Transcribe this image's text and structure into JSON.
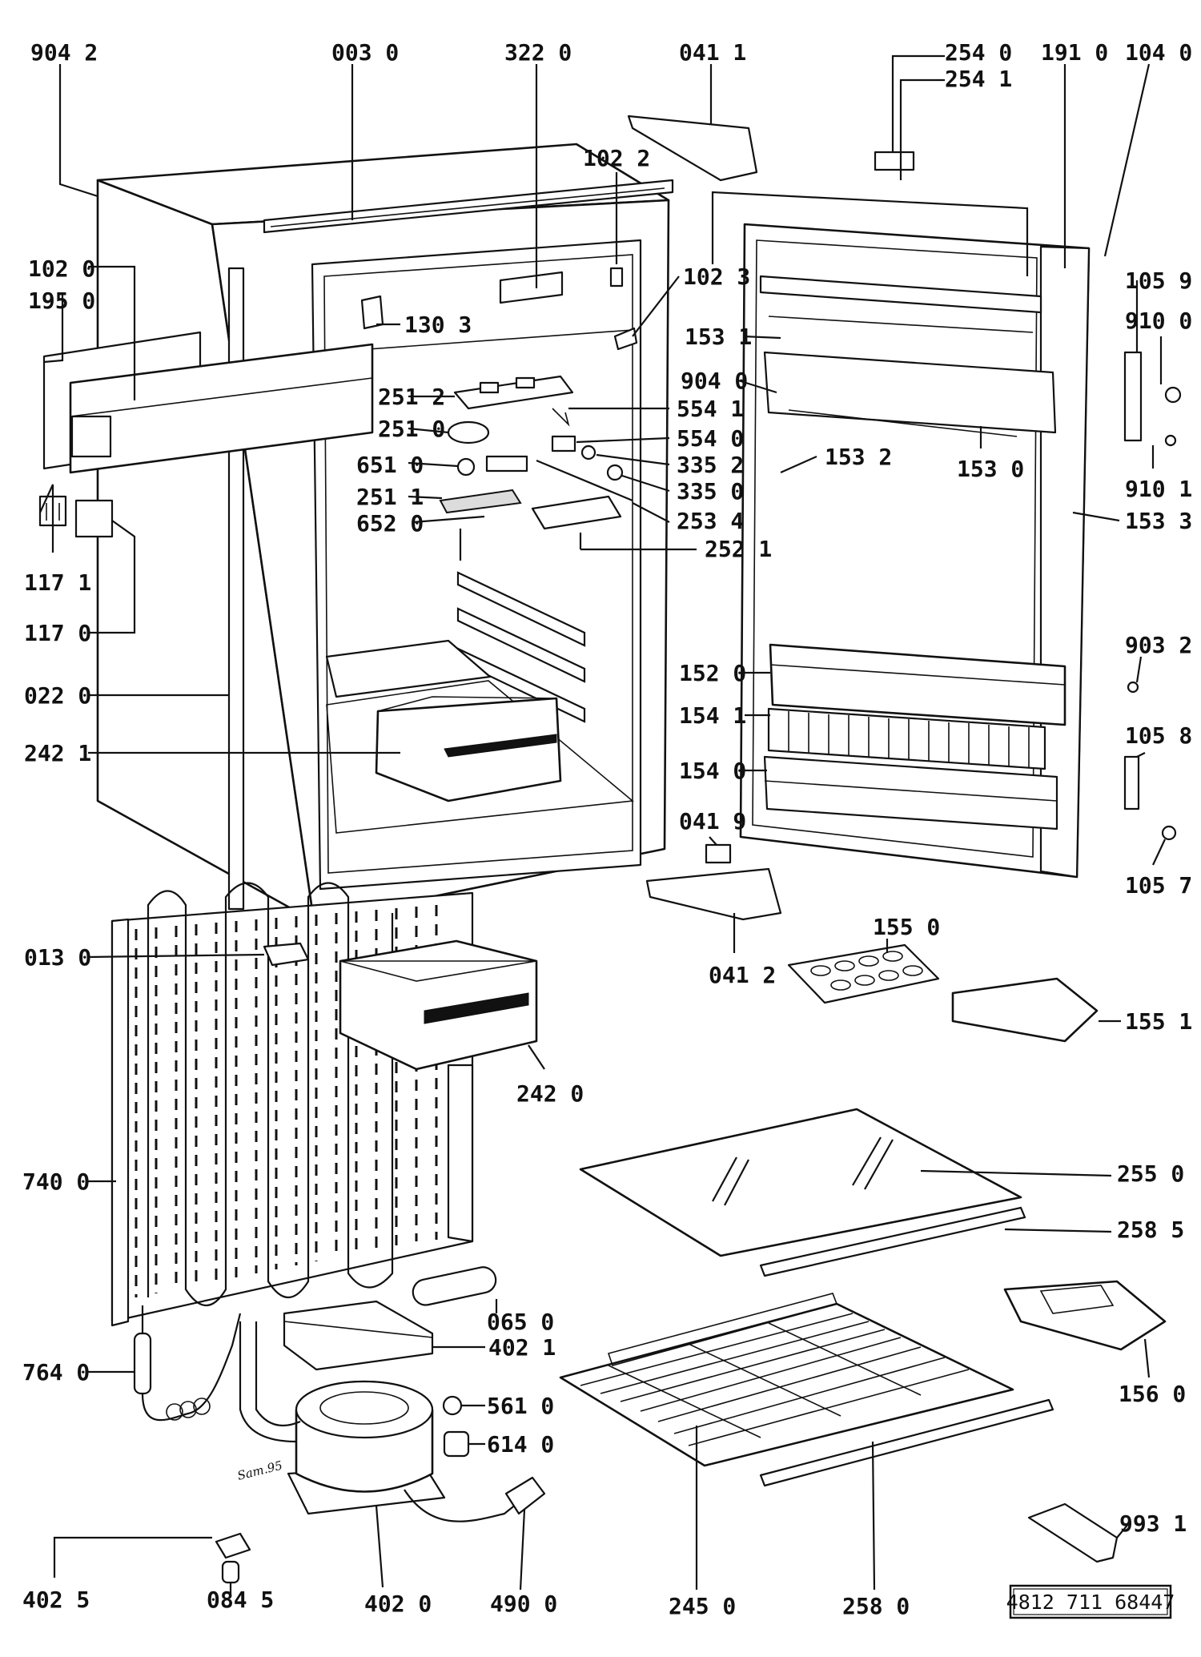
{
  "diagram": {
    "part_labels": [
      {
        "id": "904_2",
        "text": "904 2"
      },
      {
        "id": "003_0",
        "text": "003 0"
      },
      {
        "id": "322_0",
        "text": "322 0"
      },
      {
        "id": "041_1",
        "text": "041 1"
      },
      {
        "id": "254_0",
        "text": "254 0"
      },
      {
        "id": "254_1",
        "text": "254 1"
      },
      {
        "id": "191_0",
        "text": "191 0"
      },
      {
        "id": "104_0",
        "text": "104 0"
      },
      {
        "id": "102_2",
        "text": "102 2"
      },
      {
        "id": "102_0",
        "text": "102 0"
      },
      {
        "id": "195_0",
        "text": "195 0"
      },
      {
        "id": "102_3",
        "text": "102 3"
      },
      {
        "id": "105_9",
        "text": "105 9"
      },
      {
        "id": "130_3",
        "text": "130 3"
      },
      {
        "id": "153_1",
        "text": "153 1"
      },
      {
        "id": "910_0",
        "text": "910 0"
      },
      {
        "id": "904_0",
        "text": "904 0"
      },
      {
        "id": "251_2",
        "text": "251 2"
      },
      {
        "id": "554_1",
        "text": "554 1"
      },
      {
        "id": "251_0",
        "text": "251 0"
      },
      {
        "id": "554_0",
        "text": "554 0"
      },
      {
        "id": "651_0",
        "text": "651 0"
      },
      {
        "id": "335_2",
        "text": "335 2"
      },
      {
        "id": "153_2",
        "text": "153 2"
      },
      {
        "id": "153_0",
        "text": "153 0"
      },
      {
        "id": "251_1",
        "text": "251 1"
      },
      {
        "id": "335_0",
        "text": "335 0"
      },
      {
        "id": "910_1",
        "text": "910 1"
      },
      {
        "id": "652_0",
        "text": "652 0"
      },
      {
        "id": "253_4",
        "text": "253 4"
      },
      {
        "id": "153_3",
        "text": "153 3"
      },
      {
        "id": "252_1",
        "text": "252 1"
      },
      {
        "id": "117_1",
        "text": "117 1"
      },
      {
        "id": "117_0",
        "text": "117 0"
      },
      {
        "id": "903_2",
        "text": "903 2"
      },
      {
        "id": "152_0",
        "text": "152 0"
      },
      {
        "id": "022_0",
        "text": "022 0"
      },
      {
        "id": "154_1",
        "text": "154 1"
      },
      {
        "id": "105_8",
        "text": "105 8"
      },
      {
        "id": "242_1",
        "text": "242 1"
      },
      {
        "id": "154_0",
        "text": "154 0"
      },
      {
        "id": "041_9",
        "text": "041 9"
      },
      {
        "id": "105_7",
        "text": "105 7"
      },
      {
        "id": "155_0",
        "text": "155 0"
      },
      {
        "id": "013_0",
        "text": "013 0"
      },
      {
        "id": "041_2",
        "text": "041 2"
      },
      {
        "id": "155_1",
        "text": "155 1"
      },
      {
        "id": "242_0",
        "text": "242 0"
      },
      {
        "id": "740_0",
        "text": "740 0"
      },
      {
        "id": "255_0",
        "text": "255 0"
      },
      {
        "id": "258_5",
        "text": "258 5"
      },
      {
        "id": "065_0",
        "text": "065 0"
      },
      {
        "id": "402_1",
        "text": "402 1"
      },
      {
        "id": "764_0",
        "text": "764 0"
      },
      {
        "id": "156_0",
        "text": "156 0"
      },
      {
        "id": "561_0",
        "text": "561 0"
      },
      {
        "id": "614_0",
        "text": "614 0"
      },
      {
        "id": "993_1",
        "text": "993 1"
      },
      {
        "id": "402_5",
        "text": "402 5"
      },
      {
        "id": "084_5",
        "text": "084 5"
      },
      {
        "id": "402_0",
        "text": "402 0"
      },
      {
        "id": "490_0",
        "text": "490 0"
      },
      {
        "id": "245_0",
        "text": "245 0"
      },
      {
        "id": "258_0",
        "text": "258 0"
      }
    ],
    "artist_signature": "Sam.95",
    "reference_number": "4812 711 68447"
  }
}
